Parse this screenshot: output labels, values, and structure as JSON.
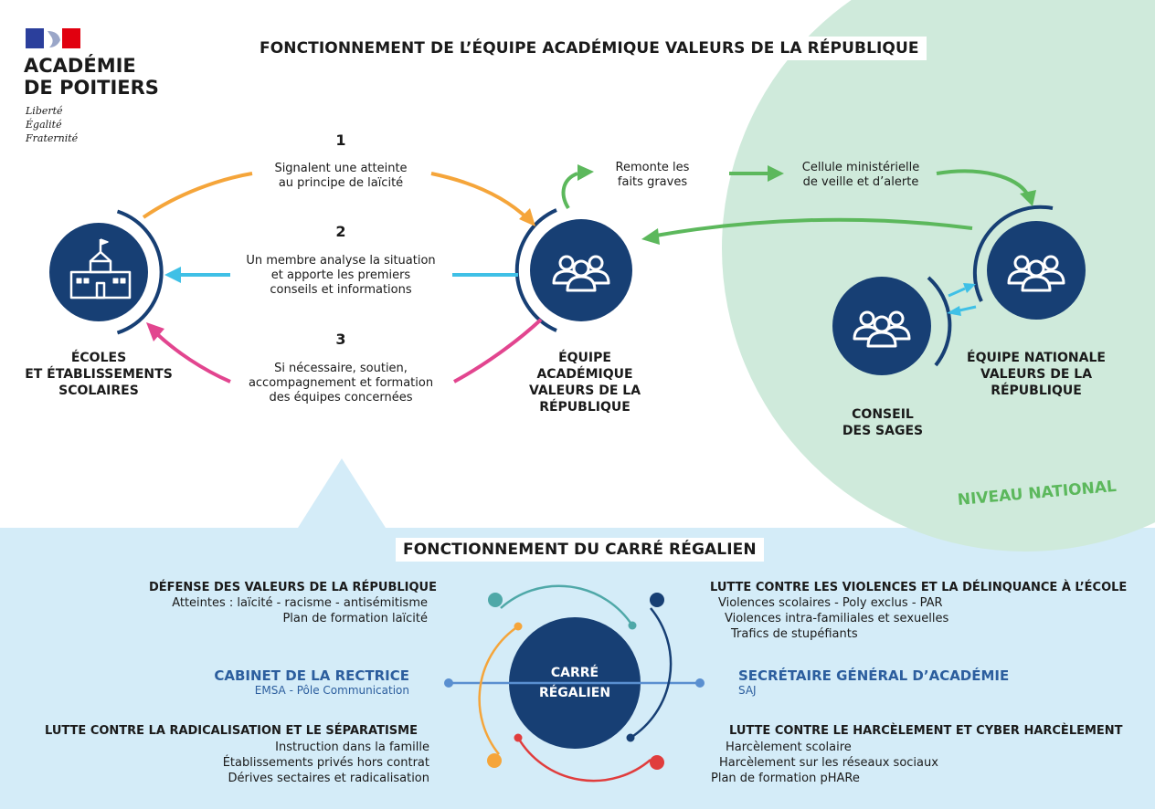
{
  "colors": {
    "navy": "#173f74",
    "orange": "#f5a53a",
    "cyan": "#3fc0e6",
    "pink": "#e2458f",
    "green": "#5cb85c",
    "mint": "#cfeadb",
    "lightblue": "#d4ecf8",
    "teal": "#4fa8a8",
    "red": "#e03d3d",
    "bluehead": "#2c5e9e"
  },
  "logo": {
    "line1": "ACADÉMIE",
    "line2": "DE POITIERS",
    "motto1": "Liberté",
    "motto2": "Égalité",
    "motto3": "Fraternité"
  },
  "top": {
    "title": "FONCTIONNEMENT DE L’ÉQUIPE ACADÉMIQUE VALEURS DE LA RÉPUBLIQUE",
    "steps": [
      {
        "num": "1",
        "l1": "Signalent une atteinte",
        "l2": "au principe de laïcité",
        "l3": ""
      },
      {
        "num": "2",
        "l1": "Un membre analyse la situation",
        "l2": "et apporte les premiers",
        "l3": "conseils et informations"
      },
      {
        "num": "3",
        "l1": "Si nécessaire, soutien,",
        "l2": "accompagnement et formation",
        "l3": "des équipes concernées"
      }
    ],
    "remonte": {
      "l1": "Remonte les",
      "l2": "faits graves"
    },
    "cellule": {
      "l1": "Cellule ministérielle",
      "l2": "de veille et d’alerte"
    },
    "ecoles": {
      "l1": "ÉCOLES",
      "l2": "ET ÉTABLISSEMENTS",
      "l3": "SCOLAIRES"
    },
    "equipe_acad": {
      "l1": "ÉQUIPE",
      "l2": "ACADÉMIQUE",
      "l3": "VALEURS DE LA",
      "l4": "RÉPUBLIQUE"
    },
    "equipe_nat": {
      "l1": "ÉQUIPE NATIONALE",
      "l2": "VALEURS DE LA",
      "l3": "RÉPUBLIQUE"
    },
    "conseil": {
      "l1": "CONSEIL",
      "l2": "DES SAGES"
    },
    "niveau": "NIVEAU NATIONAL"
  },
  "bottom": {
    "title": "FONCTIONNEMENT DU CARRÉ RÉGALIEN",
    "center": {
      "l1": "CARRÉ",
      "l2": "RÉGALIEN"
    },
    "defense": {
      "head": "DÉFENSE DES VALEURS DE LA RÉPUBLIQUE",
      "l1": "Atteintes : laïcité - racisme - antisémitisme",
      "l2": "Plan de formation laïcité"
    },
    "cabinet": {
      "head": "CABINET DE LA RECTRICE",
      "sub": "EMSA - Pôle Communication"
    },
    "radical": {
      "head": "LUTTE CONTRE LA RADICALISATION ET LE SÉPARATISME",
      "l1": "Instruction dans la famille",
      "l2": "Établissements privés hors contrat",
      "l3": "Dérives sectaires et radicalisation"
    },
    "violences": {
      "head": "LUTTE CONTRE LES VIOLENCES ET LA DÉLINQUANCE À L’ÉCOLE",
      "l1": "Violences scolaires - Poly exclus - PAR",
      "l2": "Violences intra-familiales et sexuelles",
      "l3": "Trafics de stupéfiants"
    },
    "secretaire": {
      "head": "SECRÉTAIRE GÉNÉRAL D’ACADÉMIE",
      "sub": "SAJ"
    },
    "harcelement": {
      "head": "LUTTE CONTRE LE HARCÈLEMENT ET CYBER HARCÈLEMENT",
      "l1": "Harcèlement scolaire",
      "l2": "Harcèlement sur les réseaux sociaux",
      "l3": "Plan de formation pHARe"
    }
  }
}
